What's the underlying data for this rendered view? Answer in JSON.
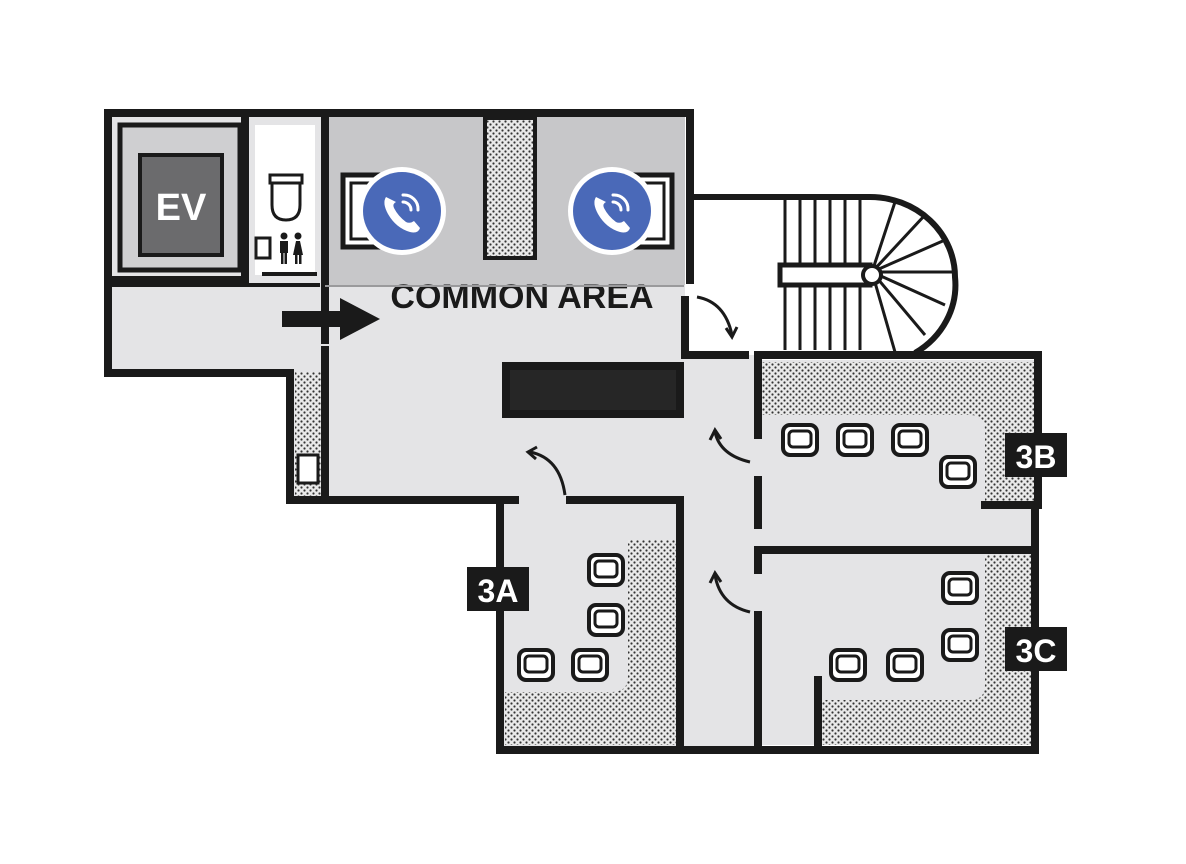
{
  "floor_plan": {
    "elevator": {
      "label": "EV"
    },
    "restroom": {
      "icon": "restroom-icon"
    },
    "common_area": {
      "label": "COMMON AREA"
    },
    "phone_booths": [
      {
        "icon": "phone-icon"
      },
      {
        "icon": "phone-icon"
      }
    ],
    "rooms": [
      {
        "label": "3A"
      },
      {
        "label": "3B"
      },
      {
        "label": "3C"
      }
    ],
    "entrance": {
      "icon": "entrance-arrow-icon"
    },
    "stairs": {
      "icon": "spiral-stairs-icon"
    }
  },
  "colors": {
    "wall": "#1a1a1a",
    "floor": "#e4e4e6",
    "booth": "#c7c7c9",
    "phone_badge": "#4a69b8",
    "label_bg": "#1a1a1a",
    "label_text": "#ffffff"
  }
}
